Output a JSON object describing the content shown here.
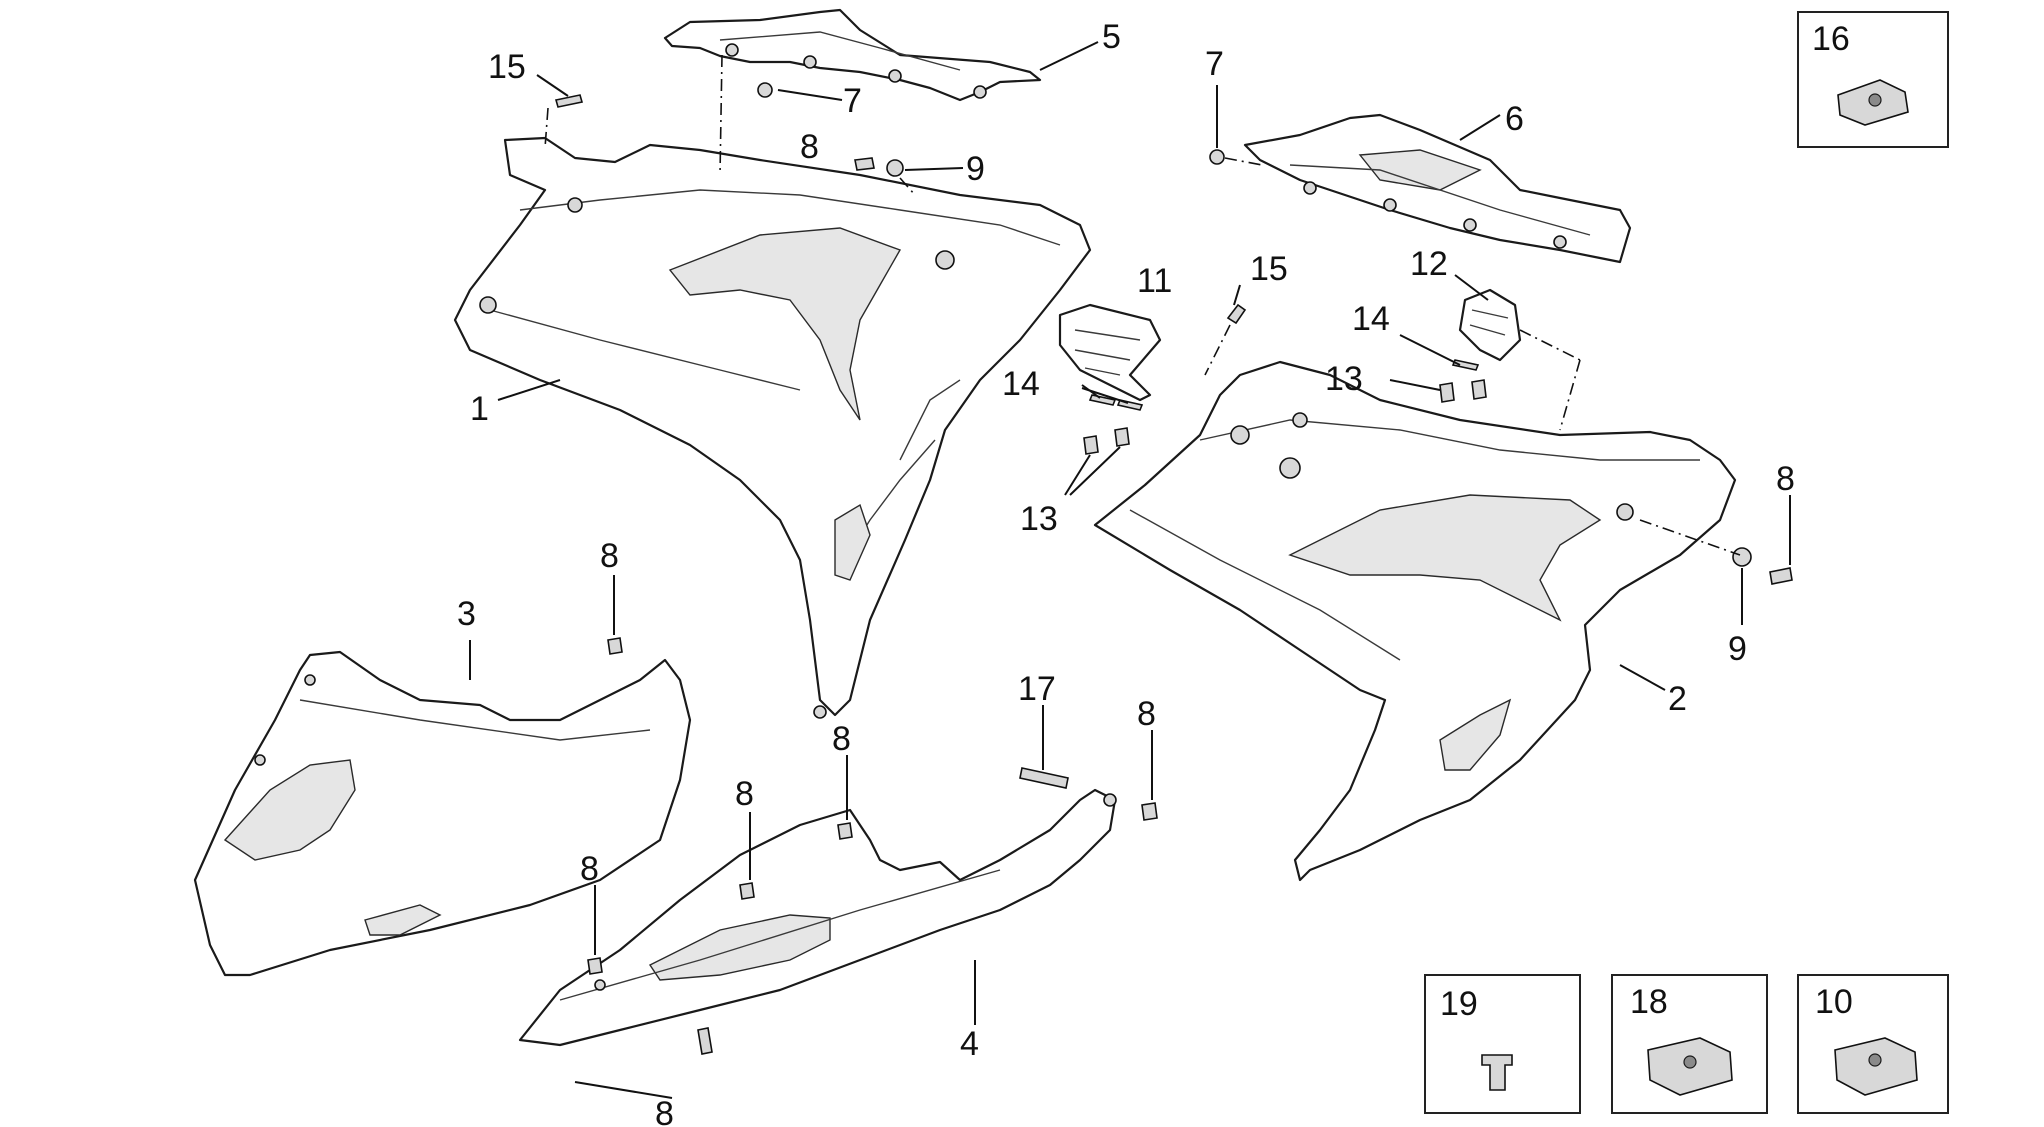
{
  "callouts": {
    "c1": "1",
    "c2": "2",
    "c3": "3",
    "c4": "4",
    "c5": "5",
    "c6": "6",
    "c7a": "7",
    "c7b": "7",
    "c8a": "8",
    "c8b": "8",
    "c8c": "8",
    "c8d": "8",
    "c8e": "8",
    "c8f": "8",
    "c8g": "8",
    "c8h": "8",
    "c9a": "9",
    "c9b": "9",
    "c11": "11",
    "c12": "12",
    "c13a": "13",
    "c13b": "13",
    "c14a": "14",
    "c14b": "14",
    "c15a": "15",
    "c15b": "15",
    "c17": "17"
  },
  "insets": {
    "i16": "16",
    "i19": "19",
    "i18": "18",
    "i10": "10"
  }
}
